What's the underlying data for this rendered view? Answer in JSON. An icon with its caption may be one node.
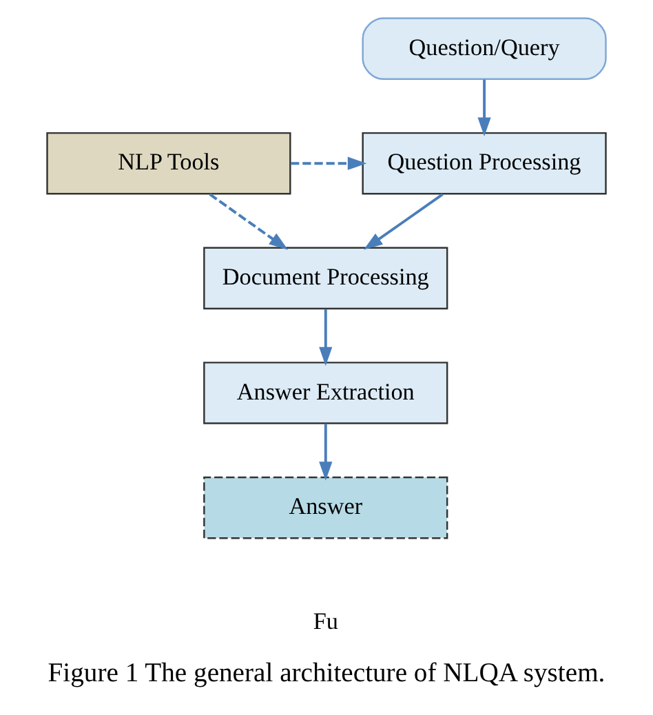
{
  "diagram": {
    "caption": "Figure 1 The general architecture of NLQA system.",
    "nodes": [
      {
        "text": [
          "Question/Query"
        ]
      },
      {
        "text": [
          "Question Processing"
        ]
      },
      {
        "text": [
          "NLP Tools"
        ]
      },
      {
        "text": [
          "Document Processing"
        ]
      },
      {
        "text": [
          "Answer Extraction"
        ]
      },
      {
        "text": [
          "Answer"
        ]
      }
    ],
    "edges": [
      {
        "from": 0,
        "to": 1,
        "arrow": "to"
      },
      {
        "from": 2,
        "to": 1,
        "arrow": "to",
        "style": "dashed"
      },
      {
        "from": 1,
        "to": 3,
        "arrow": "to"
      },
      {
        "from": 2,
        "to": 3,
        "arrow": "to",
        "style": "dashed"
      },
      {
        "from": 3,
        "to": 4,
        "arrow": "to"
      },
      {
        "from": 4,
        "to": 5,
        "arrow": "to"
      }
    ],
    "labels": [
      "Fu"
    ]
  }
}
